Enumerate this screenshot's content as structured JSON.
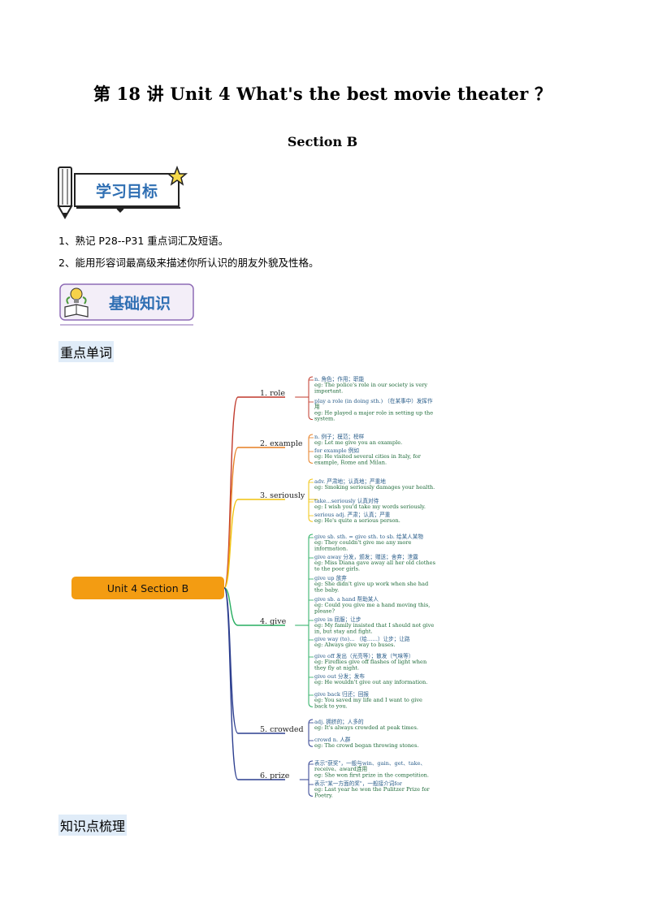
{
  "header": {
    "title": "第 18 讲  Unit 4    What's the best movie theater  ？",
    "subtitle": "Section    B"
  },
  "banners": {
    "goals_label": "学习目标",
    "basics_label": "基础知识"
  },
  "goals": [
    "1、熟记 P28--P31 重点词汇及短语。",
    "2、能用形容词最高级来描述你所认识的朋友外貌及性格。"
  ],
  "sections": {
    "vocab": "重点单词",
    "knowledge": "知识点梳理"
  },
  "mindmap": {
    "root": "Unit 4 Section B",
    "branches": [
      {
        "label": "1. role",
        "color": "#c0392b",
        "notes": [
          [
            "n. 角色；作用；职能",
            "eg: The police's role in our society is very",
            "important."
          ],
          [
            "play a role (in doing sth.)  （在某事中）发挥作",
            "用",
            "eg: He played a major role in setting up the",
            "system."
          ]
        ]
      },
      {
        "label": "2. example",
        "color": "#e67e22",
        "notes": [
          [
            "n. 例子；模范；榜样",
            "eg: Let me give you an example."
          ],
          [
            "for example  例如",
            "eg: He visited several cities in Italy, for",
            "example, Rome and Milan."
          ]
        ]
      },
      {
        "label": "3. seriously",
        "color": "#f1c40f",
        "notes": [
          [
            "adv. 严肃地；认真地；严重地",
            "eg: Smoking seriously damages your health."
          ],
          [
            "take...seriously  认真对待",
            "eg: I wish you'd take my words seriously."
          ],
          [
            "serious adj. 严肃；认真；严重",
            "eg: He's quite a serious person."
          ]
        ]
      },
      {
        "label": "4. give",
        "color": "#27ae60",
        "notes": [
          [
            "give sb. sth. = give sth. to sb.  给某人某物",
            "eg: They couldn't give me any more",
            "information."
          ],
          [
            "give away  分发，颁发；赠送；舍弃；泄露",
            "eg: Miss Diana gave away all her old clothes",
            "to the poor girls."
          ],
          [
            "give up  放弃",
            "eg: She didn't give up work when she had",
            "the baby."
          ],
          [
            "give sb. a hand  帮助某人",
            "eg: Could you give me a hand moving this,",
            "please?"
          ],
          [
            "give in  屈服；让步",
            "eg: My family insisted that I should not give",
            "in, but stay and fight."
          ],
          [
            "give way (to)...  （给……）让步；让路",
            "eg: Always give way to buses."
          ],
          [
            "give off  发出（光亮等）；散发（气味等）",
            "eg: Fireflies give off flashes of light when",
            "they fly at night."
          ],
          [
            "give out  分发；发布",
            "eg: He wouldn't give out any information."
          ],
          [
            "give back  归还；回报",
            "eg: You saved my life and I want to give",
            "back to you."
          ]
        ]
      },
      {
        "label": "5. crowded",
        "color": "#2c3e8f",
        "notes": [
          [
            "adj. 拥挤的；人多的",
            "eg: It's always crowded at peak times."
          ],
          [
            "crowd n. 人群",
            "eg: The crowd began throwing stones."
          ]
        ]
      },
      {
        "label": "6. prize",
        "color": "#2c3e8f",
        "notes": [
          [
            "表示\"获奖\"，一般与win、gain、get、take、",
            "receive、award连用",
            "eg: She won first prize in the competition."
          ],
          [
            "表示\"某一方面的奖\"，一般接介词for",
            "eg: Last year he won the Pulitzer Prize for",
            "Poetry."
          ]
        ]
      }
    ]
  },
  "colors": {
    "root_fill": "#f39c12",
    "banner_blue": "#2f6fb3",
    "note_text": "#1f6b3a"
  }
}
